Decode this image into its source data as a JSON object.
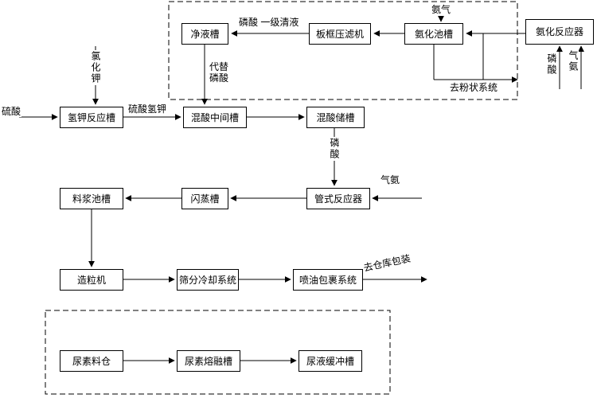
{
  "colors": {
    "background": "#ffffff",
    "line": "#000000",
    "box_border": "#000000",
    "text": "#000000"
  },
  "diagram": {
    "nodes": {
      "clear_liquid_tank": "净液槽",
      "plate_frame_filter": "板框压滤机",
      "ammoniation_pool": "氨化池槽",
      "ammoniation_reactor": "氨化反应器",
      "hk_reaction_tank": "氢钾反应槽",
      "mixed_acid_mid_tank": "混酸中间槽",
      "mixed_acid_storage_tank": "混酸储槽",
      "slurry_pool_tank": "料浆池槽",
      "flash_tank": "闪蒸槽",
      "tubular_reactor": "管式反应器",
      "granulator": "造粒机",
      "screening_cooling_system": "筛分冷却系统",
      "oil_coating_system": "喷油包裹系统",
      "urea_silo": "尿素料仓",
      "urea_melting_tank": "尿素熔融槽",
      "urea_buffer_tank": "尿液缓冲槽"
    },
    "stream_labels": {
      "ammonia_gas_top": "氨气",
      "phosphoric_and_clear_liquid": "磷酸 一级清液",
      "substitute_phosphoric": "代替磷酸",
      "to_powder_system": "去粉状系统",
      "phosphoric_acid_right": "磷酸",
      "gas_ammonia_right": "气氨",
      "potassium_chloride": "氯化钾",
      "sulfuric_acid": "硫酸",
      "potassium_hydrogen_sulfate": "硫酸氢钾",
      "phosphoric_acid_mid": "磷酸",
      "gas_ammonia_mid": "气氨",
      "to_warehouse_packing": "去仓库包装"
    }
  }
}
